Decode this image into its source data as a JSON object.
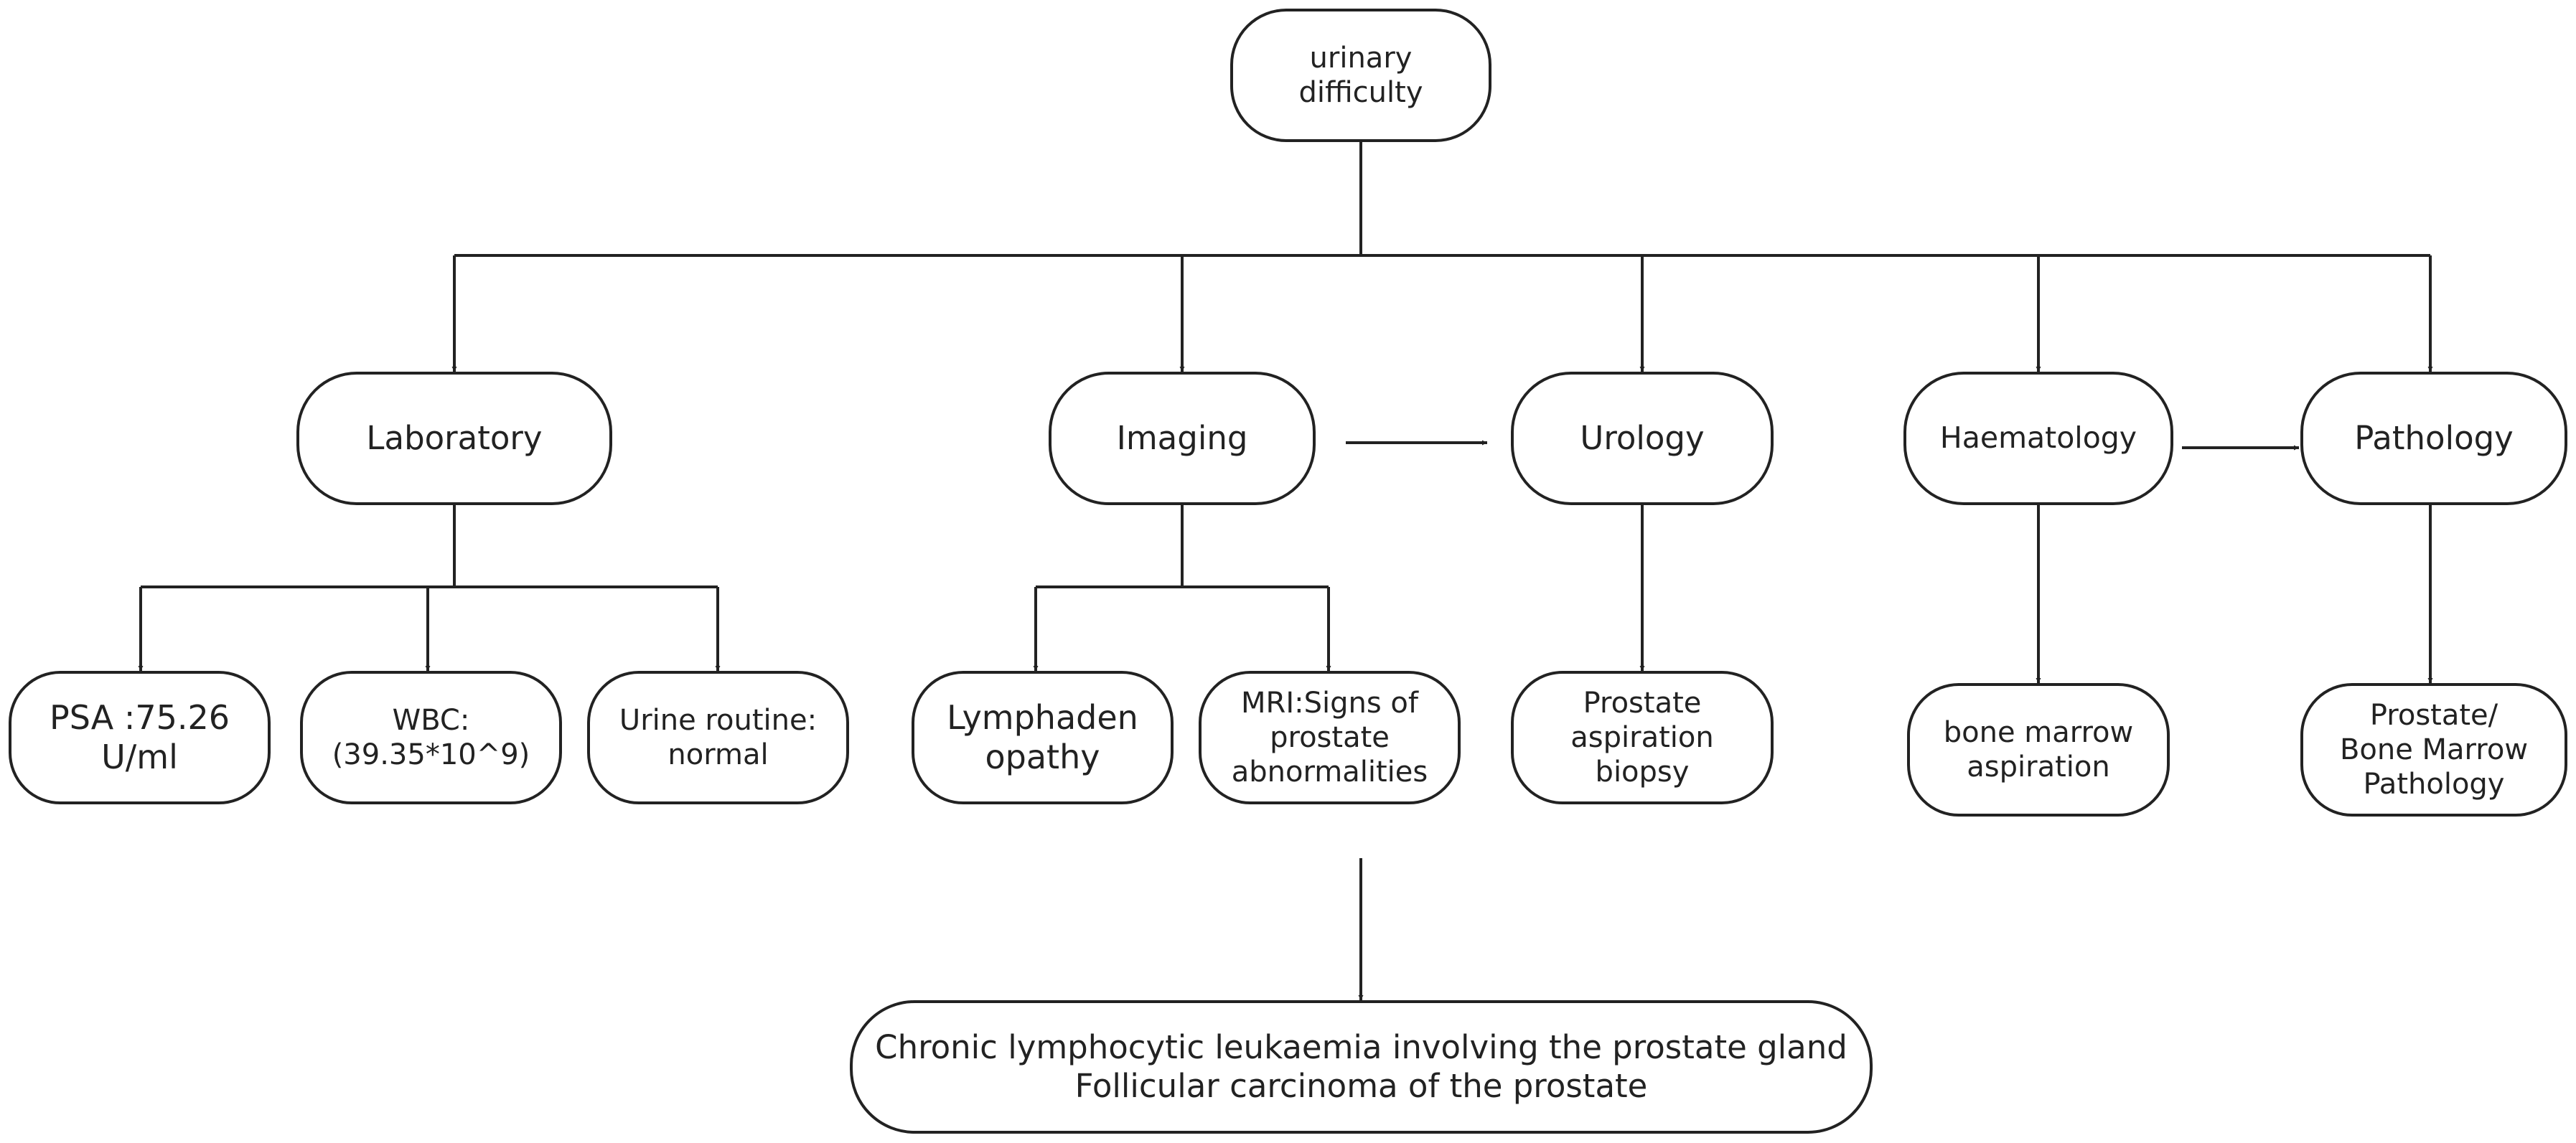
{
  "nodes": {
    "urinary_difficulty": [
      "urinary",
      "difficulty"
    ],
    "laboratory": [
      "Laboratory"
    ],
    "imaging": [
      "Imaging"
    ],
    "urology": [
      "Urology"
    ],
    "haematology": [
      "Haematology"
    ],
    "pathology": [
      "Pathology"
    ],
    "psa": [
      "PSA :75.26",
      "U/ml"
    ],
    "wbc": [
      "WBC:",
      "(39.35*10^9)"
    ],
    "urine_routine": [
      "Urine routine:",
      "normal"
    ],
    "lymphadenopathy": [
      "Lymphaden",
      "opathy"
    ],
    "mri": [
      "MRI:Signs of",
      "prostate",
      "abnormalities"
    ],
    "prostate_biopsy": [
      "Prostate",
      "aspiration",
      "biopsy"
    ],
    "bone_marrow": [
      "bone marrow",
      "aspiration"
    ],
    "prostate_bm_pathology": [
      "Prostate/",
      "Bone Marrow",
      "Pathology"
    ],
    "final_diagnosis": [
      "Chronic lymphocytic leukaemia involving the prostate gland",
      "Follicular carcinoma of the prostate"
    ]
  },
  "colors": {
    "line": "#222222",
    "text": "#222222",
    "background": "#ffffff"
  }
}
